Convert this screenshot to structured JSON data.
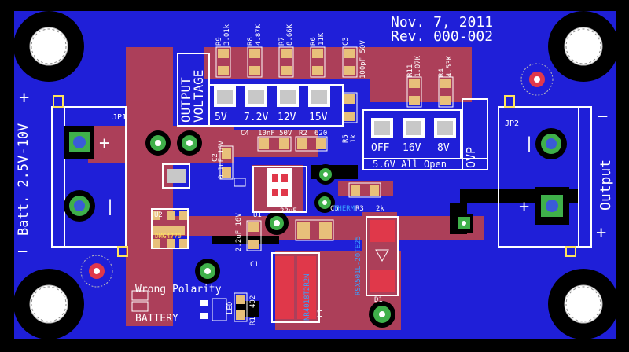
{
  "header": {
    "date": "Nov. 7, 2011",
    "revision": "Rev. 000-002"
  },
  "labels": {
    "output_voltage_1": "OUTPUT",
    "output_voltage_2": "VOLTAGE",
    "battery_input": "Batt. 2.5V-10V",
    "output": "Output",
    "wrong_polarity": "Wrong Polarity",
    "battery": "BATTERY",
    "ovp": "OVP",
    "all_open": "5.6V All Open",
    "plus": "+",
    "minus": "−",
    "bar": "|"
  },
  "connectors": {
    "jp1": "JP1",
    "jp2": "JP2"
  },
  "voltage_options": [
    "5V",
    "7.2V",
    "12V",
    "15V"
  ],
  "ovp_options": [
    "OFF",
    "16V",
    "8V"
  ],
  "components": {
    "r9": "R9",
    "r9v": "3.01k",
    "r8": "R8",
    "r8v": "4.87K",
    "r7": "R7",
    "r7v": "8.66K",
    "r6": "R6",
    "r6v": "11K",
    "c3": "C3",
    "c3v": "100pF 50V",
    "r11": "R11",
    "r11v": "1.07K",
    "r4": "R4",
    "r4v": "4.53K",
    "r5": "R5",
    "r5v": "1k",
    "c4": "C4",
    "c4v": "10nF 50V",
    "r2": "R2",
    "r2v": "620",
    "c2": "C2",
    "c2v": "0.1uF 16V",
    "u1": "U1",
    "r3": "R3",
    "r3v": "2k",
    "c5": "C5",
    "c5v": "22uF",
    "therm": "THERM",
    "u2": "U2",
    "u2v": "DMG4770",
    "c1": "C1",
    "c1v": "2.2uF 16V",
    "l1": "L1",
    "l1v": "NR4018T2R2N",
    "d1": "D1",
    "d1v": "RSX501L-20TE25",
    "r1": "R1",
    "r1v": "402",
    "led": "LED"
  },
  "colors": {
    "board": "#1f1fd8",
    "copper_top": "#b8424f",
    "silkscreen": "#ffffff",
    "pad": "#c8c8c8",
    "via": "#3fb04a",
    "hole": "#000000"
  }
}
